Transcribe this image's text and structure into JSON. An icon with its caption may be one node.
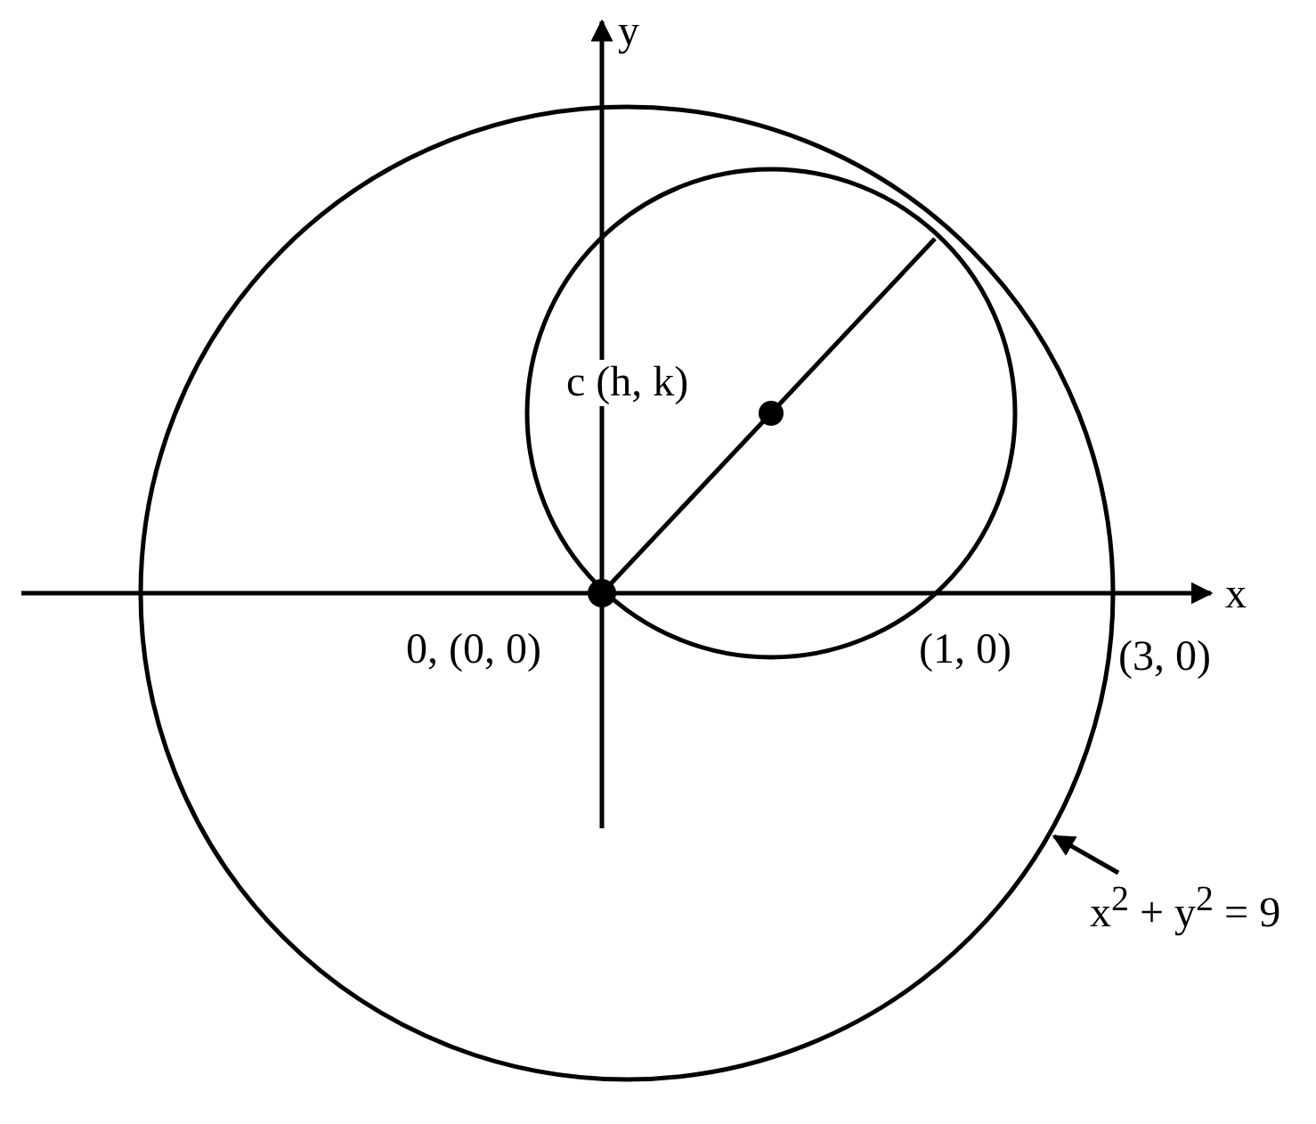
{
  "diagram": {
    "nodes": [
      {
        "text": [
          "x$^{2}$ + y$^{2}$ = 9"
        ]
      },
      {
        "text": [],
        "shape": "circle"
      }
    ],
    "edges": [
      {
        "from": 0,
        "to": 1,
        "arrow": "to"
      }
    ],
    "labels": [
      "y",
      "c (h, k)",
      "x",
      "0, (0, 0)",
      "(1, 0)",
      "(3, 0)"
    ]
  }
}
